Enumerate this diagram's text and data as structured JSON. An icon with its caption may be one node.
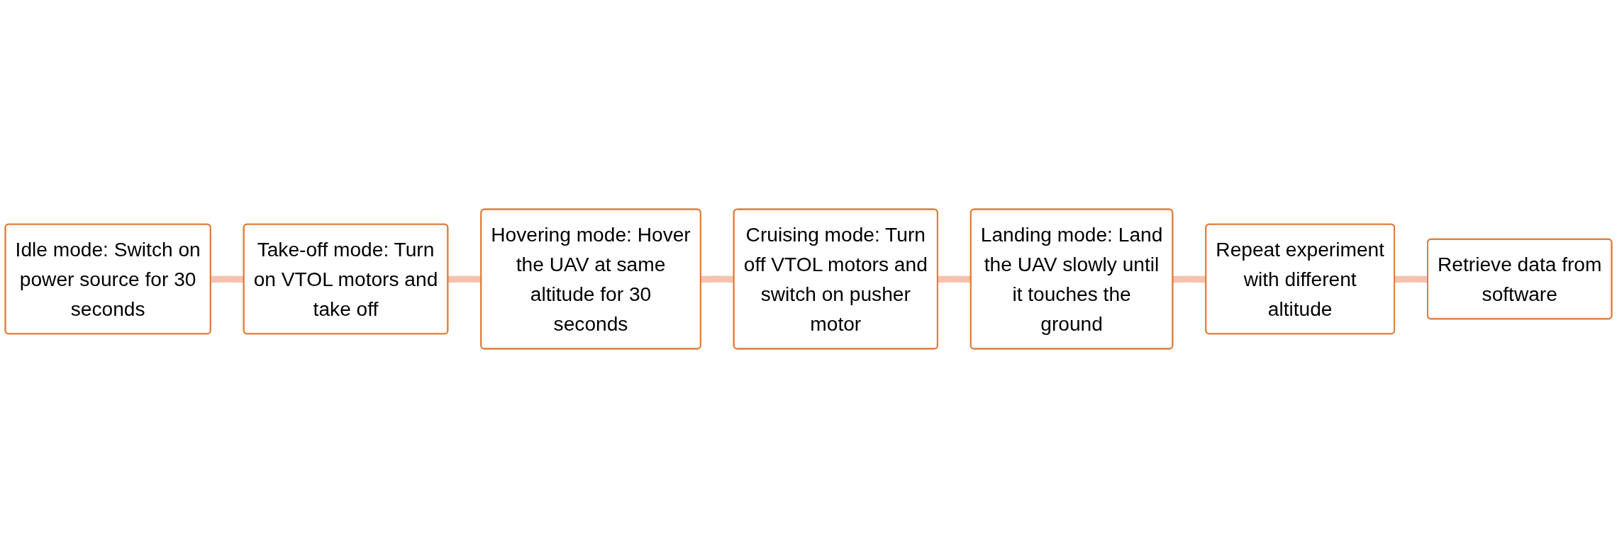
{
  "diagram": {
    "nodes": [
      {
        "text": [
          "Idle mode: Switch on power source for 30 seconds"
        ]
      },
      {
        "text": [
          "Cruising mode: Turn off VTOL motors and switch on pusher motor"
        ]
      },
      {
        "text": [
          "Landing mode: Land the UAV slowly until it touches the ground"
        ]
      },
      {
        "text": [
          "Take-off mode: Turn on VTOL motors and take off"
        ]
      },
      {
        "text": [
          "Hovering mode: Hover the UAV at same altitude for 30 seconds"
        ]
      },
      {
        "text": [
          "Repeat experiment with different altitude"
        ]
      },
      {
        "text": [
          "Retrieve data from software"
        ]
      }
    ],
    "edges": [
      {
        "from": 0,
        "to": 3,
        "arrow": "none"
      },
      {
        "from": 3,
        "to": 4,
        "arrow": "none"
      },
      {
        "from": 4,
        "to": 1,
        "arrow": "none"
      },
      {
        "from": 1,
        "to": 2,
        "arrow": "none"
      },
      {
        "from": 2,
        "to": 5,
        "arrow": "none"
      },
      {
        "from": 5,
        "to": 6,
        "arrow": "none"
      }
    ]
  }
}
